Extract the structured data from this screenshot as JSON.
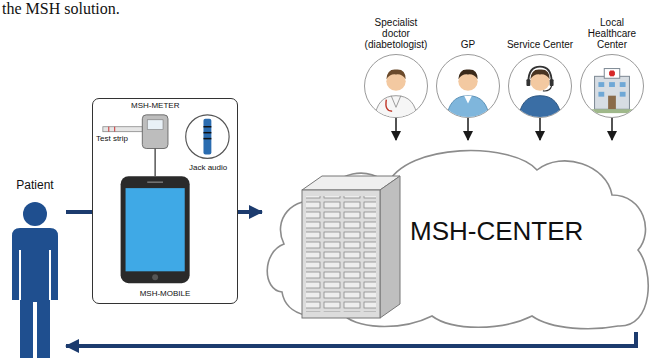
{
  "diagram": {
    "nodes": [
      {
        "text": [
          "Patient"
        ]
      },
      {
        "text": [
          "MSH-MOBILE"
        ]
      },
      {
        "text": [
          "MSH-CENTER"
        ]
      },
      {
        "text": [
          "Specialist doctor (diabetologist)"
        ]
      },
      {
        "text": [
          "GP"
        ]
      },
      {
        "text": [
          "Service Center"
        ]
      },
      {
        "text": [
          "Local Healthcare Center"
        ]
      }
    ],
    "edges": [
      {
        "from": 0,
        "to": 1,
        "arrow": "none"
      },
      {
        "from": 1,
        "to": 2,
        "arrow": "to"
      },
      {
        "from": 2,
        "to": 0,
        "arrow": "to"
      },
      {
        "from": 3,
        "to": 2,
        "arrow": "to"
      },
      {
        "from": 4,
        "to": 2,
        "arrow": "to"
      },
      {
        "from": 5,
        "to": 2,
        "arrow": "to"
      },
      {
        "from": 6,
        "to": 2,
        "arrow": "to"
      }
    ],
    "labels": [
      "the MSH solution.",
      "MSH-METER",
      "Test strip",
      "Jack audio"
    ]
  }
}
